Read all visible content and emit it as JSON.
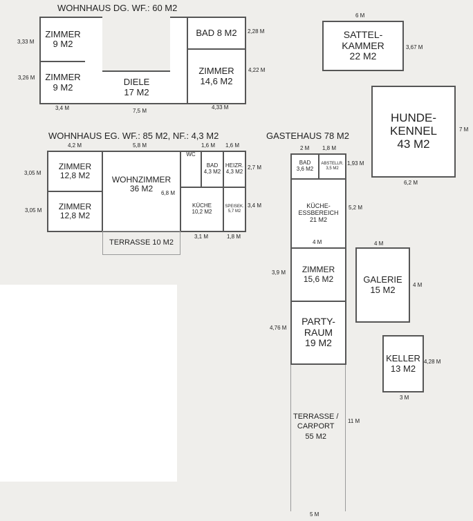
{
  "dg": {
    "title": "WOHNHAUS DG. WF.: 60 M2",
    "rooms": [
      {
        "name": "ZIMMER",
        "area": "9 M2"
      },
      {
        "name": "ZIMMER",
        "area": "9 M2"
      },
      {
        "name": "DIELE",
        "area": "17 M2"
      },
      {
        "name": "BAD 8 M2"
      },
      {
        "name": "ZIMMER",
        "area": "14,6 M2"
      }
    ],
    "dims": [
      "3,33 M",
      "3,26 M",
      "3,4 M",
      "7,5 M",
      "4,33 M",
      "2,28 M",
      "4,22 M"
    ]
  },
  "sattel": {
    "name": "SATTEL-",
    "name2": "KAMMER",
    "area": "22 M2",
    "dims": [
      "6 M",
      "3,67 M"
    ]
  },
  "hunde": {
    "name": "HUNDE-",
    "name2": "KENNEL",
    "area": "43 M2",
    "dims": [
      "7 M",
      "6,2 M"
    ]
  },
  "eg": {
    "title": "WOHNHAUS EG. WF.: 85 M2, NF.: 4,3 M2",
    "rooms": [
      {
        "name": "ZIMMER",
        "area": "12,8 M2"
      },
      {
        "name": "ZIMMER",
        "area": "12,8 M2"
      },
      {
        "name": "WOHNZIMMER",
        "area": "36 M2"
      },
      {
        "name": "WC"
      },
      {
        "name": "BAD",
        "area": "4,3 M2"
      },
      {
        "name": "HEIZR.",
        "area": "4,3 M2"
      },
      {
        "name": "KÜCHE",
        "area": "10,2 M2"
      },
      {
        "name": "SPEISEK.",
        "area": "5,7 M2"
      }
    ],
    "terrasse": "TERRASSE 10 M2",
    "dims": [
      "4,2 M",
      "5,8 M",
      "1,6 M",
      "1,6 M",
      "3,05 M",
      "3,05 M",
      "6,8 M",
      "2,7 M",
      "3,4 M",
      "3,1 M",
      "1,8 M"
    ]
  },
  "gaste": {
    "title": "GASTEHAUS 78 M2",
    "rooms": [
      {
        "name": "BAD",
        "area": "3,6 M2"
      },
      {
        "name": "ABSTELLR.",
        "area": "3,5 M2"
      },
      {
        "name": "KÜCHE-",
        "name2": "ESSBEREICH",
        "area": "21 M2"
      },
      {
        "name": "ZIMMER",
        "area": "15,6 M2"
      },
      {
        "name": "PARTY-",
        "name2": "RAUM",
        "area": "19 M2"
      }
    ],
    "terrasse": [
      "TERRASSE /",
      "CARPORT",
      "55 M2"
    ],
    "dims": [
      "2 M",
      "1,8 M",
      "1,93 M",
      "5,2 M",
      "4 M",
      "3,9 M",
      "4,76 M",
      "11 M",
      "5 M"
    ]
  },
  "galerie": {
    "name": "GALERIE",
    "area": "15 M2",
    "dims": [
      "4 M",
      "4 M"
    ]
  },
  "keller": {
    "name": "KELLER",
    "area": "13 M2",
    "dims": [
      "4,28 M",
      "3 M"
    ]
  }
}
